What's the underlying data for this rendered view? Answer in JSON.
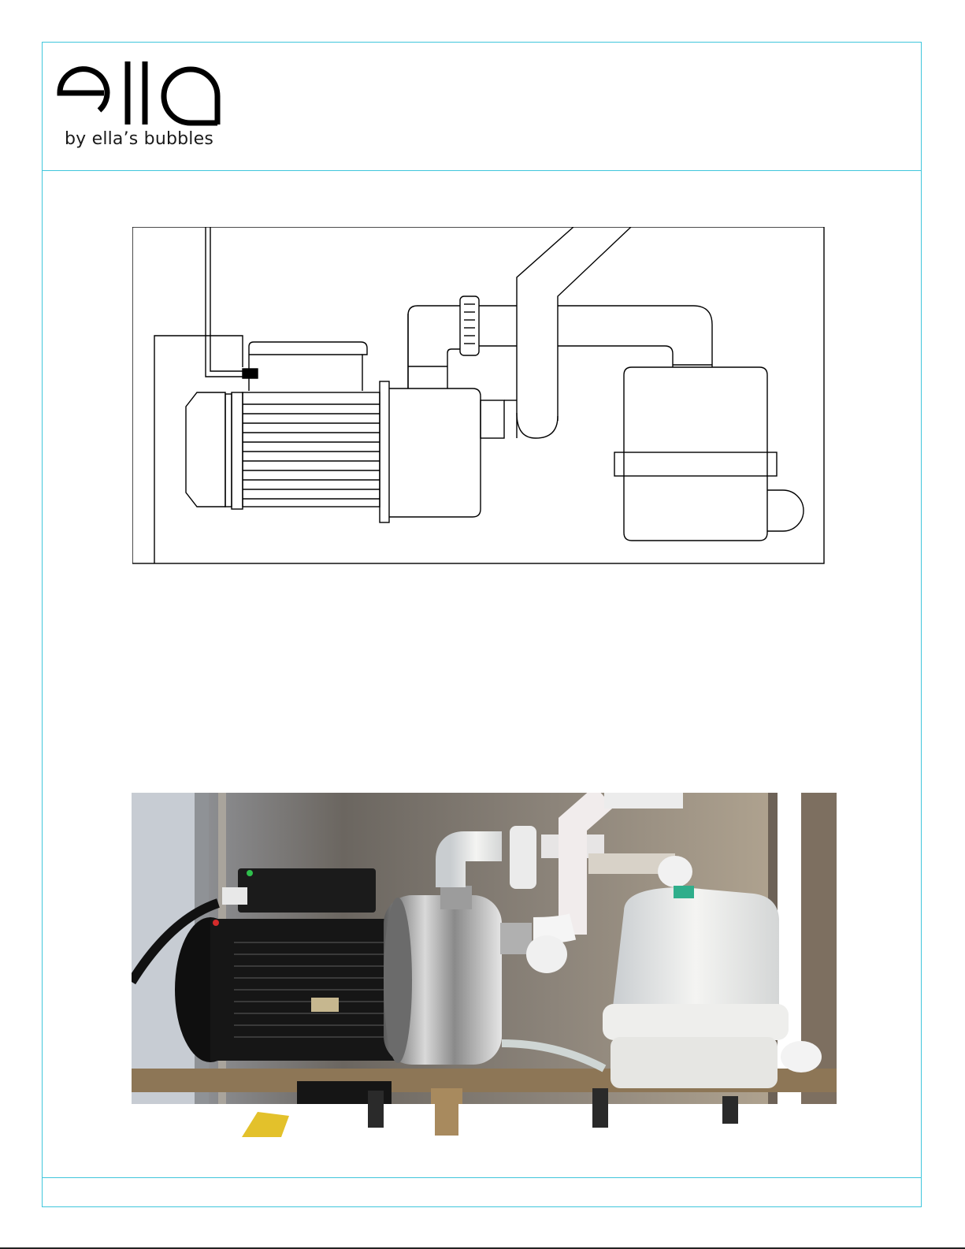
{
  "brand": {
    "logo_text": "ella",
    "tagline": "by ella’s bubbles",
    "accent_color": "#3fc6dc"
  },
  "figures": {
    "diagram_icon": "pump-and-heater-line-diagram",
    "photo_icon": "pump-and-heater-photo"
  }
}
